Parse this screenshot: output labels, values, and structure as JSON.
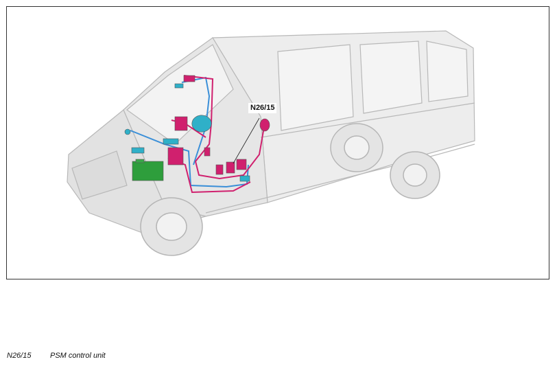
{
  "diagram": {
    "callout_label": "N26/15"
  },
  "legend": {
    "items": [
      {
        "code": "N26/15",
        "description": "PSM control unit"
      }
    ]
  },
  "colors": {
    "van_outline": "#b8b8b8",
    "van_fill": "#eeeeee",
    "wire_magenta": "#d0206e",
    "wire_blue": "#3a8fd8",
    "component_cyan": "#2fb0c8",
    "battery_green": "#2e9e3c"
  }
}
